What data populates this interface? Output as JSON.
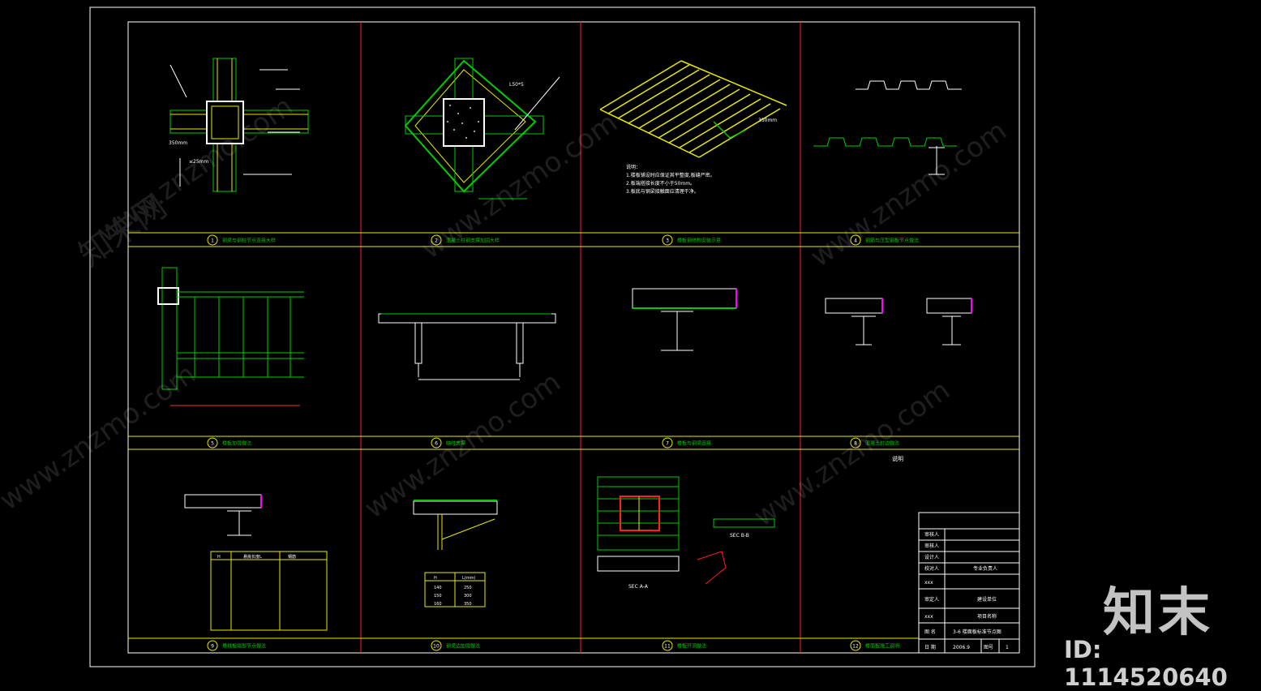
{
  "title_block": {
    "rows": [
      "审核人",
      "审核人",
      "设计人",
      "校对人",
      "专业负责人",
      "xxx",
      "审定人",
      "建设单位",
      "xxx",
      "项目名称",
      "xxx"
    ],
    "drawing_label": "图 名",
    "drawing_name": "3-6 楼面板标准节点图",
    "date_label": "日 期",
    "date": "2006.9",
    "sheet_label": "图号",
    "sheet_no": "1"
  },
  "panels": [
    {
      "num": "1",
      "caption": "钢梁与钢柱节点连接大样"
    },
    {
      "num": "2",
      "caption": "混凝土柱钢支撑加固大样"
    },
    {
      "num": "3",
      "caption": "楼板钢结构安装示意"
    },
    {
      "num": "4",
      "caption": "钢筋与压型钢板节点做法"
    },
    {
      "num": "5",
      "caption": "楼板加强做法"
    },
    {
      "num": "6",
      "caption": "临时支撑"
    },
    {
      "num": "7",
      "caption": "楼板与钢梁连接"
    },
    {
      "num": "8",
      "caption": "混凝土封边做法"
    },
    {
      "num": "9",
      "caption": "悬挑板端部节点做法"
    },
    {
      "num": "10",
      "caption": "钢梁边加强做法"
    },
    {
      "num": "11",
      "caption": "楼板开洞做法"
    },
    {
      "num": "12",
      "caption": "楼面板施工说明"
    }
  ],
  "labels": {
    "p1_dims": [
      "350mm",
      "≤25mm"
    ],
    "p2_dims": [
      "L50*5"
    ],
    "p3_dims": [
      "350mm"
    ],
    "p3_notes": [
      "说明：",
      "1.楼板铺设时应保证其平整度,板缝严密。",
      "2.板端搭接长度不小于50mm。",
      "3.板底与钢梁接触面应清理干净。"
    ],
    "p9_table_headers": [
      "H",
      "悬挑长度L",
      "钢筋"
    ],
    "p10_table_headers": [
      "H",
      "L(mm)"
    ],
    "p10_table_rows": [
      [
        "140",
        "250"
      ],
      [
        "150",
        "300"
      ],
      [
        "160",
        "350"
      ]
    ],
    "p11_sections": [
      "SEC A-A",
      "SEC B-B"
    ],
    "p12_title": "说明"
  },
  "watermark": {
    "text": "www.znzmo.com",
    "cn": "知末网"
  },
  "brand": {
    "logo": "知末",
    "id": "ID: 1114520640"
  },
  "colors": {
    "border": "#ffffff",
    "frame": "#ff2020",
    "grid_h": "#e8e800",
    "steel": "#00cc00",
    "text": "#ffffff",
    "accent": "#ff00ff",
    "cyan": "#00e5e5"
  }
}
